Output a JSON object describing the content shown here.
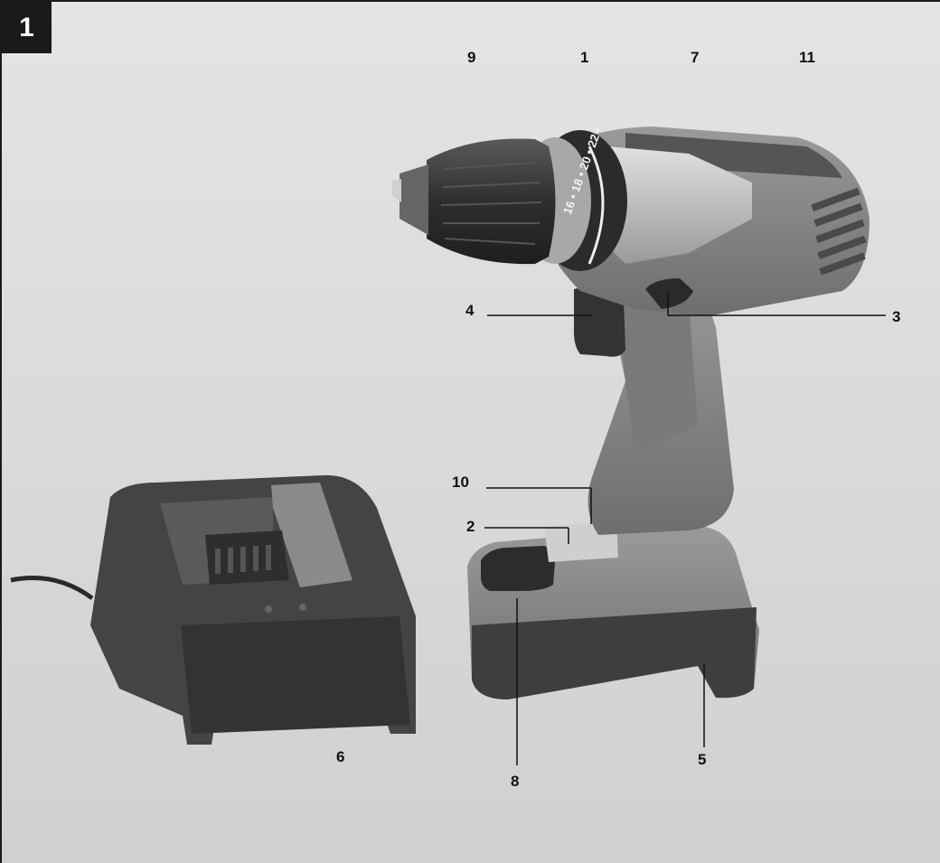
{
  "figure": {
    "number": "1"
  },
  "callouts": {
    "c1": "1",
    "c2": "2",
    "c3": "3",
    "c4": "4",
    "c5": "5",
    "c6": "6",
    "c7": "7",
    "c8": "8",
    "c9": "9",
    "c10": "10",
    "c11": "11"
  },
  "dial_numbers": "16 • 18 • 20 • 22 •",
  "colors": {
    "background": "#dcdcdc",
    "body_gray": "#7e7e7e",
    "dark_rubber": "#3a3a3a",
    "silver": "#b8b8b8",
    "label_badge": "#1a1a1a"
  }
}
